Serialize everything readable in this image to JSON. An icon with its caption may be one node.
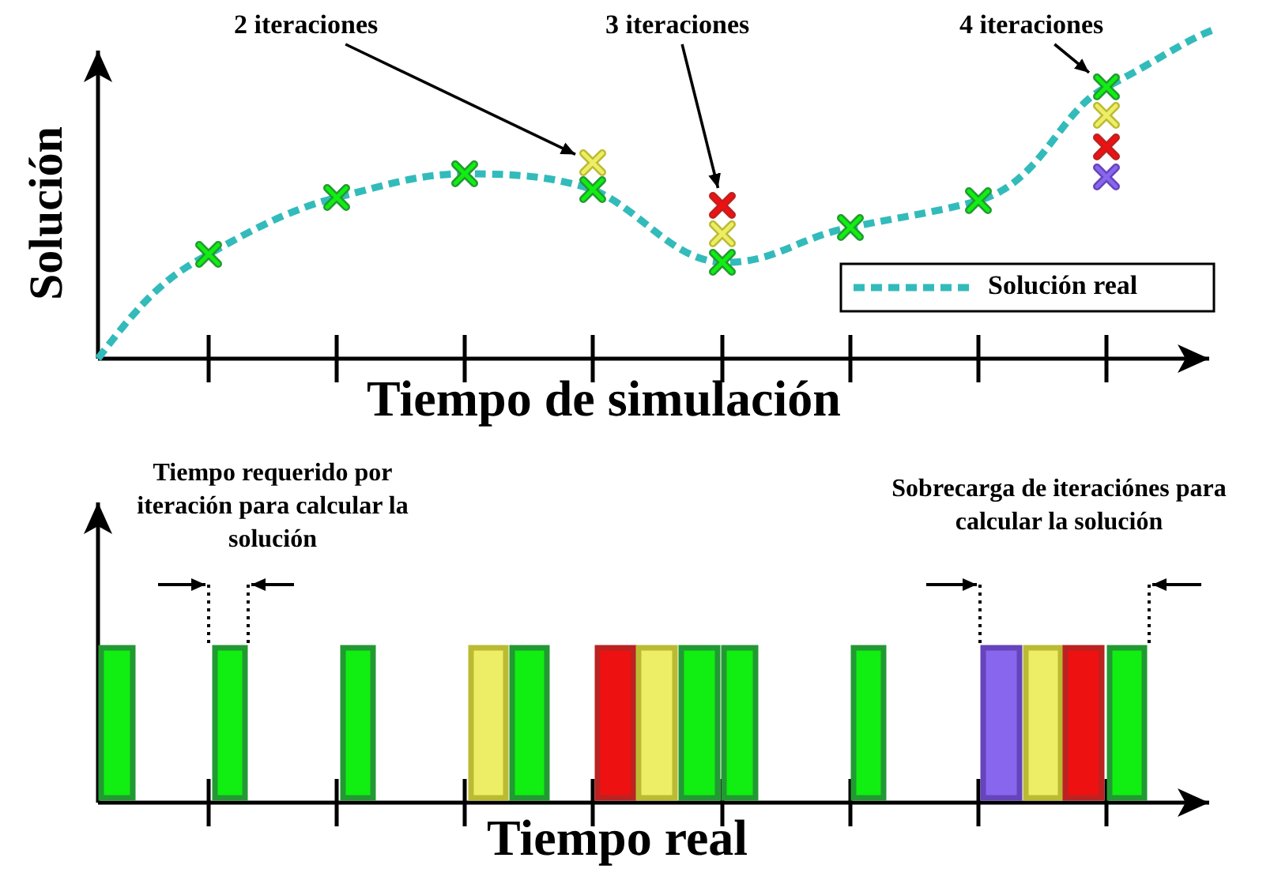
{
  "diagram": {
    "nodes": [
      {
        "text": [
          "2 iteraciones"
        ]
      },
      {
        "text": [],
        "shape": "cross"
      },
      {
        "text": [
          "3 iteraciones"
        ]
      },
      {
        "text": [],
        "shape": "cross"
      },
      {
        "text": [
          "4 iteraciones"
        ]
      },
      {
        "text": [],
        "shape": "cross"
      }
    ],
    "edges": [
      {
        "from": 0,
        "to": 1,
        "arrow": "to"
      },
      {
        "from": 2,
        "to": 3,
        "arrow": "to"
      },
      {
        "from": 4,
        "to": 5,
        "arrow": "to"
      }
    ],
    "labels": [
      "Solución",
      "Tiempo de simulación",
      "Tiempo requerido por iteración para calcular la solución",
      "Sobrecarga de iteraciónes para calcular la solución",
      "Tiempo real"
    ],
    "legend": [
      {
        "text": "Solución real"
      }
    ]
  }
}
